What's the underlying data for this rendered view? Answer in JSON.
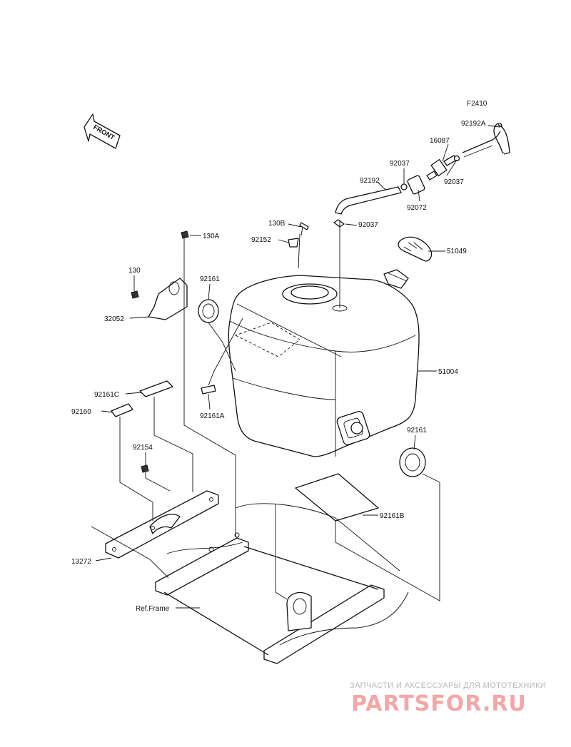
{
  "figure_code": "F2410",
  "front_label": "FRONT",
  "labels": {
    "p92192A": "92192A",
    "p16087": "16087",
    "p92037_right": "92037",
    "p92037_mid": "92037",
    "p92192": "92192",
    "p92072": "92072",
    "p130B": "130B",
    "p92037_low": "92037",
    "p92152": "92152",
    "p51049": "51049",
    "p130A": "130A",
    "p130": "130",
    "p92161_top": "92161",
    "p32052": "32052",
    "p51004": "51004",
    "p92161C": "92161C",
    "p92160": "92160",
    "p92161A": "92161A",
    "p92161_right": "92161",
    "p92154": "92154",
    "p92161B": "92161B",
    "p13272": "13272",
    "ref_frame": "Ref.Frame"
  },
  "watermark": {
    "tagline": "ЗАПЧАСТИ И АКСЕССУАРЫ ДЛЯ МОТОТЕХНИКИ",
    "brand": "PARTSFOR.RU"
  }
}
